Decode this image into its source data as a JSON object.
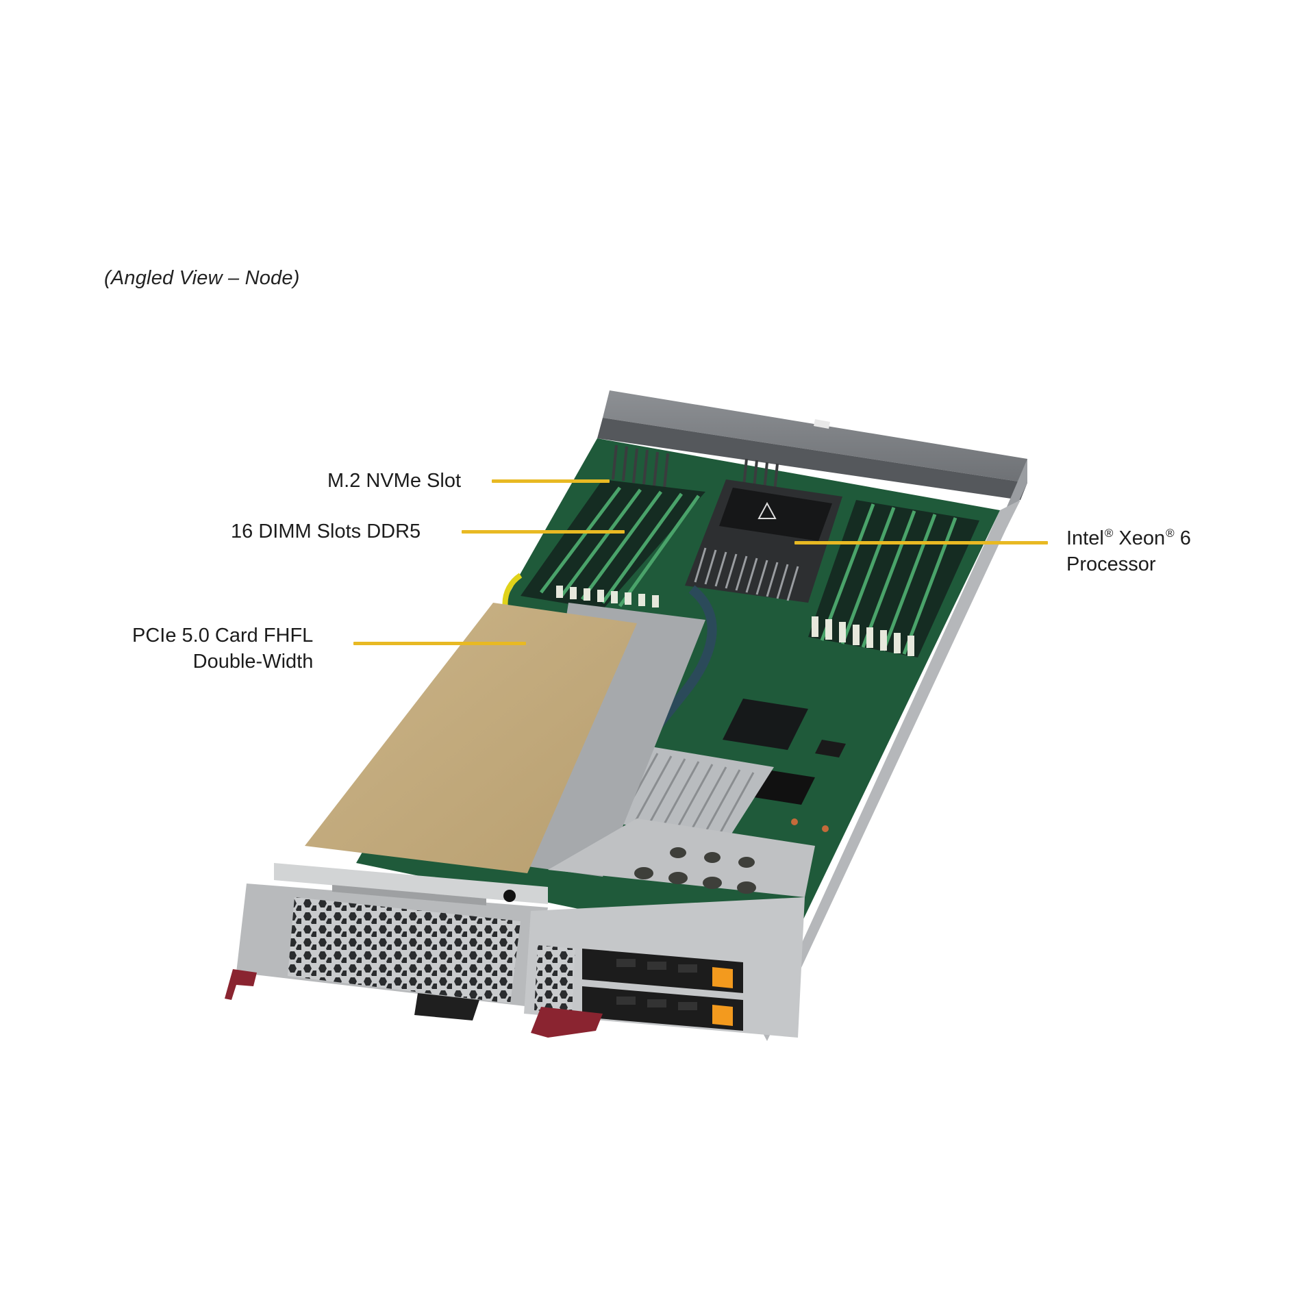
{
  "caption": "(Angled View – Node)",
  "leader_color": "#E8B923",
  "callouts": [
    {
      "id": "m2",
      "text": "M.2 NVMe Slot"
    },
    {
      "id": "dimm",
      "text": "16 DIMM Slots DDR5"
    },
    {
      "id": "pcie",
      "line1": "PCIe 5.0 Card FHFL",
      "line2": "Double-Width"
    },
    {
      "id": "cpu",
      "brand1": "Intel",
      "brand2": "Xeon",
      "reg": "®",
      "model": "6",
      "line2": "Processor"
    }
  ],
  "product": {
    "name": "Server node (angled view)",
    "colors": {
      "chassis": "#a9abae",
      "chassis_dark": "#7d8084",
      "board": "#1f5a3a",
      "pcie_card": "#c2aa7e",
      "dimm_latch": "#e6e8dc",
      "drive_latch": "#f39a1e",
      "handle": "#8a2430",
      "drive_tray": "#1c1c1c"
    },
    "drive_bays": 2,
    "dimm_slots": 16
  }
}
